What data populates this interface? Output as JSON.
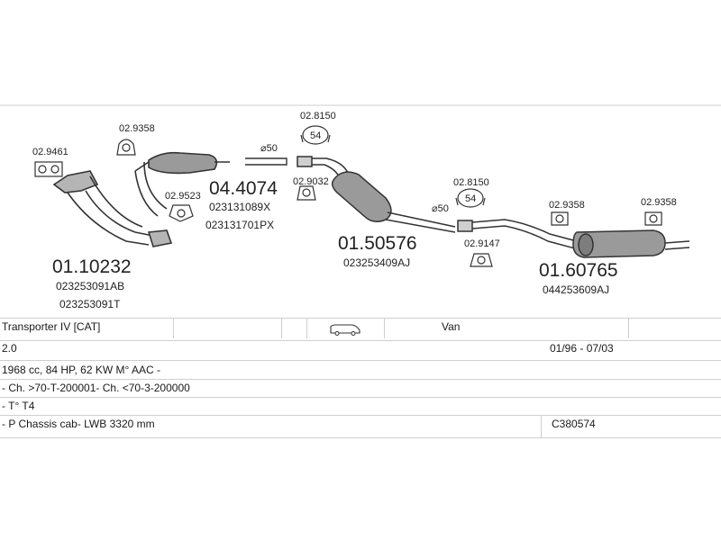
{
  "parts": {
    "manifold": {
      "id": "01.10232",
      "oem": [
        "023253091AB",
        "023253091T"
      ]
    },
    "catalyst": {
      "id": "04.4074",
      "oem": [
        "023131089X",
        "023131701PX"
      ]
    },
    "middle_silencer": {
      "id": "01.50576",
      "oem": [
        "023253409AJ"
      ]
    },
    "rear_silencer": {
      "id": "01.60765",
      "oem": [
        "044253609AJ"
      ]
    }
  },
  "accessories": {
    "a_29461": "02.9461",
    "a_29358_left": "02.9358",
    "a_29523": "02.9523",
    "a_28150_top": "02.8150",
    "a_29032": "02.9032",
    "a_28150_mid": "02.8150",
    "a_29147": "02.9147",
    "a_29358_mid": "02.9358",
    "a_29358_right": "02.9358"
  },
  "diameters": {
    "d1": "⌀50",
    "d2": "⌀50"
  },
  "clamp_size": "54",
  "vehicle": {
    "model": "Transporter IV  [CAT]",
    "body": "Van",
    "engine": "2.0",
    "years": "01/96 - 07/03",
    "specs": "1968 cc, 84 HP, 62 KW M° AAC -",
    "chassis": "- Ch. >70-T-200001- Ch. <70-3-200000",
    "type": "- T° T4",
    "variant": "- P Chassis cab- LWB 3320 mm",
    "ref": "C380574"
  },
  "icons": {
    "van": "van-icon"
  },
  "colors": {
    "line": "#333333",
    "part_fill": "#9a9a9a",
    "grid": "#cfcfcf"
  }
}
